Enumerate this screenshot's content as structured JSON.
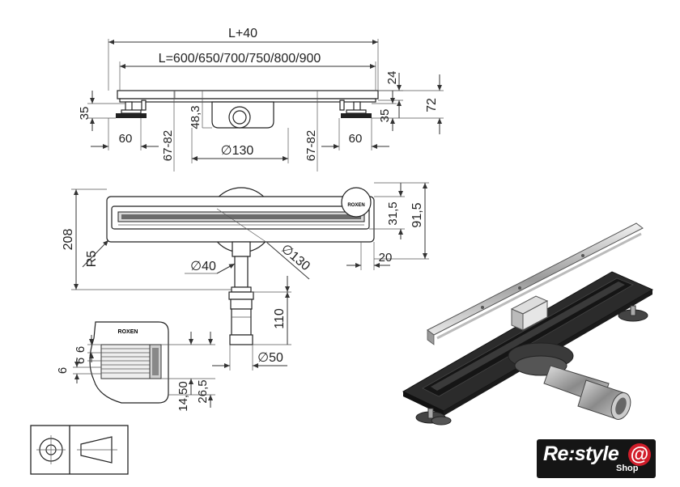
{
  "dimensions": {
    "overall_length": "L+40",
    "length_options": "L=600/650/700/750/800/900",
    "frame_height": "24",
    "total_height": "72",
    "foot_height_left": "35",
    "foot_height_right": "35",
    "foot_width_left": "60",
    "foot_width_right": "60",
    "adjust_left": "67-82",
    "adjust_right": "67-82",
    "body_height": "48,3",
    "body_diameter": "∅130",
    "width": "208",
    "grate_offset": "31,5",
    "half_width": "91,5",
    "radius": "R5",
    "outlet_diameter": "∅40",
    "flange_diameter": "∅130",
    "end_offset": "20",
    "pipe_length": "110",
    "pipe_diameter": "∅50",
    "detail_6a": "6",
    "detail_6b": "6",
    "detail_6c": "6",
    "detail_1450": "14,50",
    "detail_265": "26,5"
  },
  "branding": {
    "product_mark": "ROXEN",
    "detail_mark": "ROXEN",
    "shop_name": "Re:style",
    "shop_sub": "Shop",
    "shop_symbol": "@"
  },
  "colors": {
    "line": "#333333",
    "logo_bg": "#151515",
    "logo_accent": "#d11d2a"
  }
}
